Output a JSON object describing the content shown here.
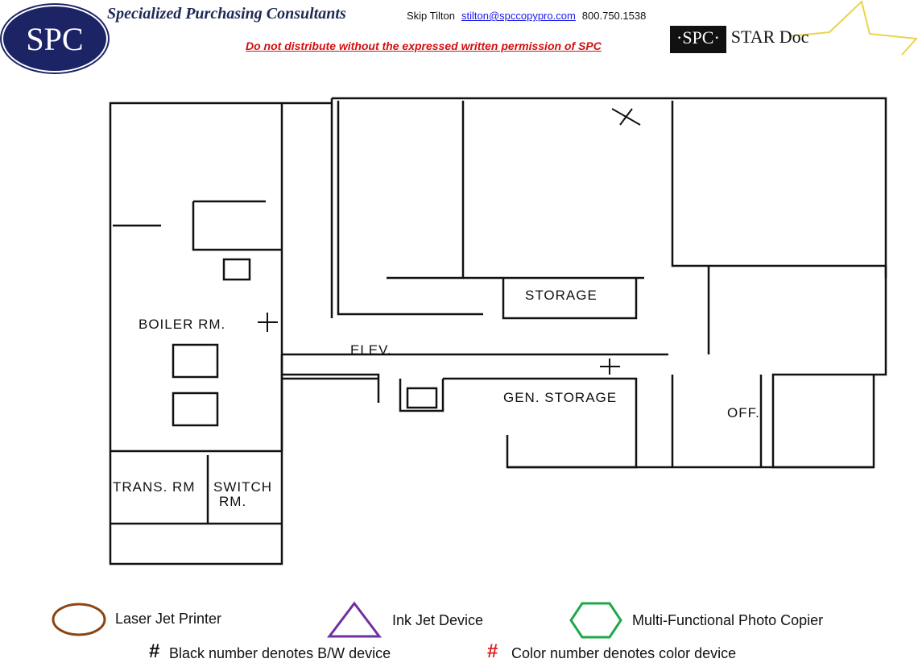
{
  "header": {
    "logo_text": "SPC",
    "company": "Specialized Purchasing Consultants",
    "contact_name": "Skip Tilton",
    "contact_email": "stilton@spccopypro.com",
    "contact_phone": "800.750.1538",
    "warning": "Do not distribute without the expressed written permission of SPC",
    "stardoc_left": "·SPC·",
    "stardoc_right": "STAR Doc"
  },
  "rooms": {
    "boiler": "BOILER RM.",
    "elev": "ELEV.",
    "storage": "STORAGE",
    "gen_storage": "GEN. STORAGE",
    "off": "OFF.",
    "trans": "TRANS. RM",
    "switch1": "SWITCH",
    "switch2": "RM."
  },
  "legend": {
    "laser": "Laser Jet Printer",
    "inkjet": "Ink Jet Device",
    "mfp": "Multi-Functional Photo Copier",
    "bw_symbol": "#",
    "bw": "Black number denotes B/W device",
    "color_symbol": "#",
    "color": "Color number denotes color device",
    "colors": {
      "laser": "#8b4513",
      "inkjet": "#7030a0",
      "mfp": "#1fa84a",
      "color_num": "#e02020"
    }
  }
}
